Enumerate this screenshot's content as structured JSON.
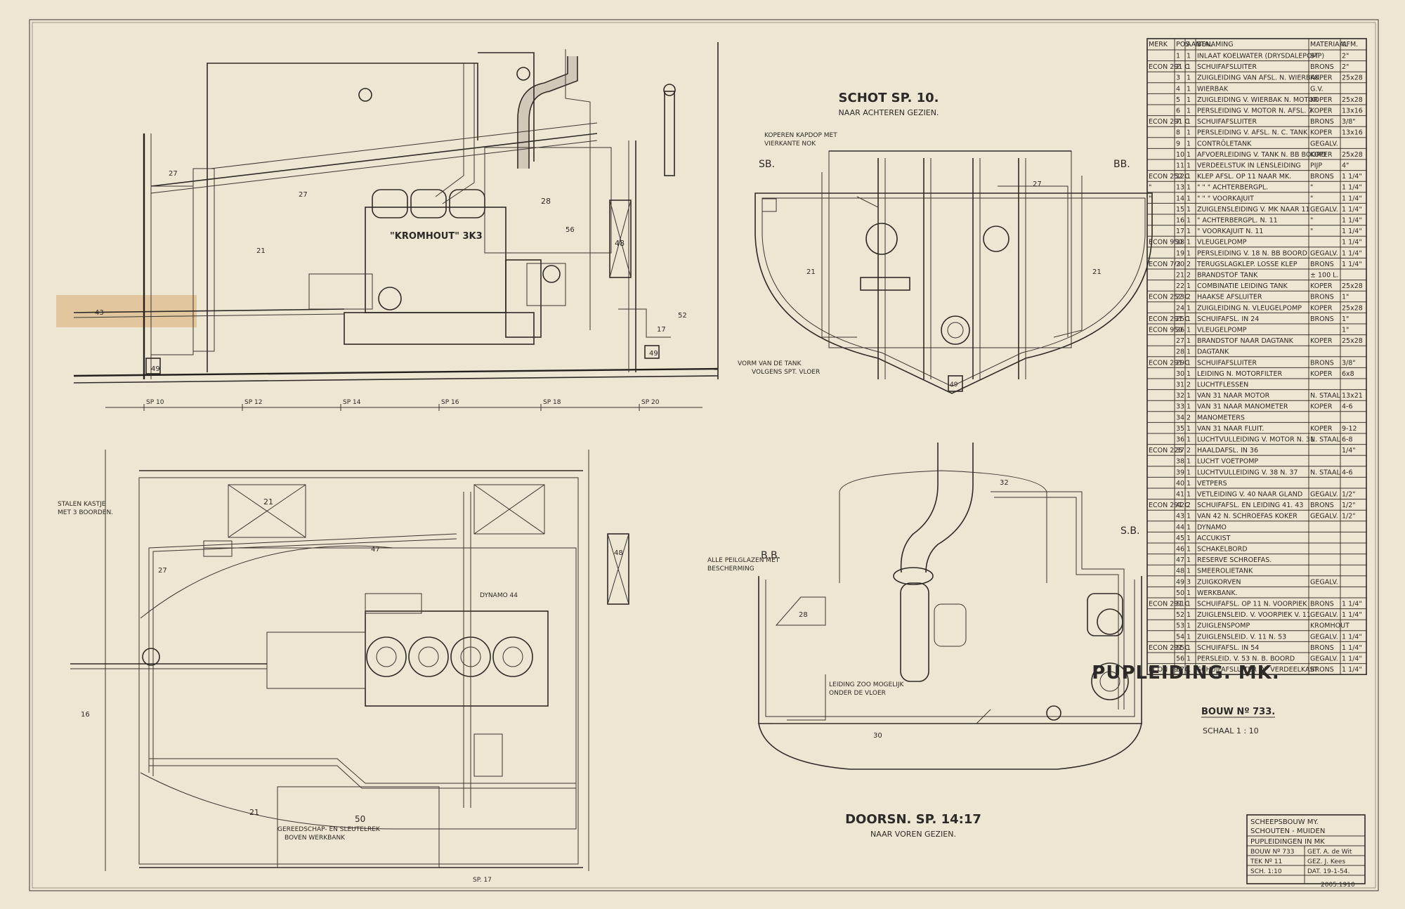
{
  "views": {
    "section_sp10": {
      "title": "SCHOT SP. 10.",
      "subtitle": "NAAR ACHTEREN GEZIEN.",
      "side_left": "SB.",
      "side_right": "BB.",
      "note_top": "KOPEREN KAPDOP MET",
      "note_top2": "VIERKANTE NOK",
      "note_bottom": "VORM VAN DE TANK",
      "note_bottom2": "VOLGENS SPT. VLOER"
    },
    "section_sp14_17": {
      "title": "DOORSN. SP. 14:17",
      "subtitle": "NAAR VOREN GEZIEN.",
      "side_left": "B.B.",
      "side_right": "S.B.",
      "note_left": "ALLE PEILGLAZEN MET",
      "note_left2": "BESCHERMING",
      "note_mid": "LEIDING ZOO MOGELIJK",
      "note_mid2": "ONDER DE VLOER"
    },
    "side_view": {
      "engine_label": "\"KROMHOUT\" 3K3",
      "frames": [
        "SP 10",
        "SP 12",
        "SP 14",
        "SP 16",
        "SP 18",
        "SP 20"
      ]
    },
    "plan_view": {
      "note_cabinet": "STALEN KASTJE",
      "note_cabinet2": "MET 3 BOORDEN.",
      "note_tools": "GEREEDSCHAP- EN SLEUTELREK",
      "note_tools2": "BOVEN WERKBANK",
      "dynamo_label": "DYNAMO 44",
      "frame_label": "SP. 17"
    }
  },
  "title_block": {
    "main_title": "PUPLEIDING. MK.",
    "bouw": "BOUW Nº 733.",
    "schaal": "SCHAAL  1 : 10",
    "yard_line1": "SCHEEPSBOUW MY.",
    "yard_line2": "SCHOUTEN - MUIDEN",
    "drawing_title": "PUPLEIDINGEN IN MK",
    "bouw_nr": "BOUW Nº 733",
    "tek_nr": "TEK Nº 11",
    "scale": "SCH. 1:10",
    "get": "GET. A. de Wit",
    "gez": "GEZ. J. Kees",
    "dat": "DAT. 19-1-54.",
    "archive": "2005.1910"
  },
  "parts_table": {
    "headers": [
      "MERK",
      "POS",
      "AANTAL",
      "BENAMING",
      "MATERIAAL",
      "AFM."
    ],
    "rows": [
      [
        "",
        "1",
        "1",
        "INLAAT KOELWATER (DRYSDALEPOMP)",
        "ST",
        "2\""
      ],
      [
        "ECON 291 C",
        "2",
        "1",
        "SCHUIFAFSLUITER",
        "BRONS",
        "2\""
      ],
      [
        "",
        "3",
        "1",
        "ZUIGLEIDING VAN AFSL. N. WIERBAK",
        "KOPER",
        "25x28"
      ],
      [
        "",
        "4",
        "1",
        "WIERBAK",
        "G.V.",
        ""
      ],
      [
        "",
        "5",
        "1",
        "ZUIGLEIDING V. WIERBAK N. MOTOR",
        "KOPER",
        "25x28"
      ],
      [
        "",
        "6",
        "1",
        "PERSLEIDING V. MOTOR N. AFSL. 7",
        "KOPER",
        "13x16"
      ],
      [
        "ECON 291 C",
        "7",
        "1",
        "SCHUIFAFSLUITER",
        "BRONS",
        "3/8\""
      ],
      [
        "",
        "8",
        "1",
        "PERSLEIDING V. AFSL. N. C. TANK",
        "KOPER",
        "13x16"
      ],
      [
        "",
        "9",
        "1",
        "CONTRÔLETANK",
        "GEGALV.",
        ""
      ],
      [
        "",
        "10",
        "1",
        "AFVOERLEIDING V. TANK N. BB BOORD",
        "KOPER",
        "25x28"
      ],
      [
        "",
        "11",
        "1",
        "VERDEELSTUK IN LENSLEIDING",
        "PIJP",
        "4\""
      ],
      [
        "ECON 252 C",
        "12",
        "1",
        "KLEP AFSL. OP 11 NAAR MK.",
        "BRONS",
        "1 1/4\""
      ],
      [
        "\"",
        "13",
        "1",
        "\"   \"   \" ACHTERBERGPL.",
        "\"",
        "1 1/4\""
      ],
      [
        "\"",
        "14",
        "1",
        "\"   \"   \" VOORKAJUIT",
        "\"",
        "1 1/4\""
      ],
      [
        "",
        "15",
        "1",
        "ZUIGLENSLEIDING V. MK NAAR 11",
        "GEGALV.",
        "1 1/4\""
      ],
      [
        "",
        "16",
        "1",
        "\"   ACHTERBERGPL. N. 11",
        "\"",
        "1 1/4\""
      ],
      [
        "",
        "17",
        "1",
        "\"   VOORKAJUIT N. 11",
        "\"",
        "1 1/4\""
      ],
      [
        "ECON 950",
        "18",
        "1",
        "VLEUGELPOMP",
        "",
        "1 1/4\""
      ],
      [
        "",
        "19",
        "1",
        "PERSLEIDING V. 18 N. BB BOORD",
        "GEGALV.",
        "1 1/4\""
      ],
      [
        "ECON 7/3",
        "20",
        "2",
        "TERUGSLAGKLEP. LOSSE KLEP",
        "BRONS",
        "1 1/4\""
      ],
      [
        "",
        "21",
        "2",
        "BRANDSTOF TANK",
        "± 100 L.",
        ""
      ],
      [
        "",
        "22",
        "1",
        "COMBINATIE LEIDING TANK",
        "KOPER",
        "25x28"
      ],
      [
        "ECON 252 C",
        "23",
        "2",
        "HAAKSE AFSLUITER",
        "BRONS",
        "1\""
      ],
      [
        "",
        "24",
        "1",
        "ZUIGLEIDING N. VLEUGELPOMP",
        "KOPER",
        "25x28"
      ],
      [
        "ECON 291 C",
        "25",
        "1",
        "SCHUIFAFSL. IN 24",
        "BRONS",
        "1\""
      ],
      [
        "ECON 950",
        "26",
        "1",
        "VLEUGELPOMP",
        "",
        "1\""
      ],
      [
        "",
        "27",
        "1",
        "BRANDSTOF NAAR DAGTANK",
        "KOPER",
        "25x28"
      ],
      [
        "",
        "28",
        "1",
        "DAGTANK",
        "",
        ""
      ],
      [
        "ECON 291 C",
        "29",
        "1",
        "SCHUIFAFSLUITER",
        "BRONS",
        "3/8\""
      ],
      [
        "",
        "30",
        "1",
        "LEIDING N. MOTORFILTER",
        "KOPER",
        "6x8"
      ],
      [
        "",
        "31",
        "2",
        "LUCHTFLESSEN",
        "",
        ""
      ],
      [
        "",
        "32",
        "1",
        "VAN 31 NAAR MOTOR",
        "N. STAAL",
        "13x21"
      ],
      [
        "",
        "33",
        "1",
        "VAN 31 NAAR MANOMETER",
        "KOPER",
        "4-6"
      ],
      [
        "",
        "34",
        "2",
        "MANOMETERS",
        "",
        ""
      ],
      [
        "",
        "35",
        "1",
        "VAN 31 NAAR FLUIT.",
        "KOPER",
        "9-12"
      ],
      [
        "",
        "36",
        "1",
        "LUCHTVULLEIDING V. MOTOR N. 31",
        "N. STAAL",
        "6-8"
      ],
      [
        "ECON 225",
        "37",
        "2",
        "HAALDAFSL. IN 36",
        "",
        "1/4\""
      ],
      [
        "",
        "38",
        "1",
        "LUCHT VOETPOMP",
        "",
        ""
      ],
      [
        "",
        "39",
        "1",
        "LUCHTVULLEIDING V. 38 N. 37",
        "N. STAAL",
        "4-6"
      ],
      [
        "",
        "40",
        "1",
        "VETPERS",
        "",
        ""
      ],
      [
        "",
        "41",
        "1",
        "VETLEIDING V. 40 NAAR GLAND",
        "GEGALV.",
        "1/2\""
      ],
      [
        "ECON 291 C",
        "42",
        "2",
        "SCHUIFAFSL. EN LEIDING 41. 43",
        "BRONS",
        "1/2\""
      ],
      [
        "",
        "43",
        "1",
        "VAN 42 N. SCHROEFAS KOKER",
        "GEGALV.",
        "1/2\""
      ],
      [
        "",
        "44",
        "1",
        "DYNAMO",
        "",
        ""
      ],
      [
        "",
        "45",
        "1",
        "ACCUKIST",
        "",
        ""
      ],
      [
        "",
        "46",
        "1",
        "SCHAKELBORD",
        "",
        ""
      ],
      [
        "",
        "47",
        "1",
        "RESERVE SCHROEFAS.",
        "",
        ""
      ],
      [
        "",
        "48",
        "1",
        "SMEEROLIETANK",
        "",
        ""
      ],
      [
        "",
        "49",
        "3",
        "ZUIGKORVEN",
        "GEGALV.",
        ""
      ],
      [
        "",
        "50",
        "1",
        "WERKBANK.",
        "",
        ""
      ],
      [
        "ECON 291 C",
        "51",
        "1",
        "SCHUIFAFSL. OP 11 N. VOORPIEK",
        "BRONS",
        "1 1/4\""
      ],
      [
        "",
        "52",
        "1",
        "ZUIGLENSLEID. V. VOORPIEK V. 11",
        "GEGALV.",
        "1 1/4\""
      ],
      [
        "",
        "53",
        "1",
        "ZUIGLENSPOMP",
        "KROMHOUT",
        ""
      ],
      [
        "",
        "54",
        "1",
        "ZUIGLENSLEID. V. 11 N. 53",
        "GEGALV.",
        "1 1/4\""
      ],
      [
        "ECON 291 C",
        "55",
        "1",
        "SCHUIFAFSL. IN 54",
        "BRONS",
        "1 1/4\""
      ],
      [
        "",
        "56",
        "1",
        "PERSLEID. V. 53 N. B. BOORD",
        "GEGALV.",
        "1 1/4\""
      ],
      [
        "ECON 291 C",
        "57",
        "1",
        "SCHUIFAFSLUITER OP VERDEELKAST",
        "BRONS",
        "1 1/4\""
      ]
    ]
  }
}
